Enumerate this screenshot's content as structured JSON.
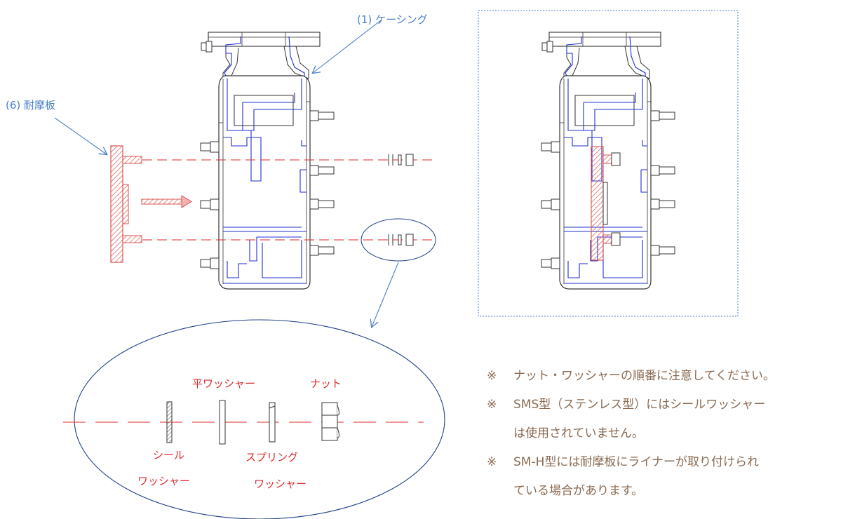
{
  "labels": {
    "casing": "(1) ケーシング",
    "wear_plate": "(6) 耐摩板",
    "flat_washer": "平ワッシャー",
    "nut": "ナット",
    "seal_washer_1": "シール",
    "seal_washer_2": "ワッシャー",
    "spring_washer_1": "スプリング",
    "spring_washer_2": "ワッシャー"
  },
  "notes": [
    {
      "mark": "※",
      "lines": [
        "ナット・ワッシャーの順番に注意してください。"
      ]
    },
    {
      "mark": "※",
      "lines": [
        "SMS型（ステンレス型）にはシールワッシャー",
        "は使用されていません。"
      ]
    },
    {
      "mark": "※",
      "lines": [
        "SM-H型には耐摩板にライナーが取り付けられ",
        "ている場合があります。"
      ]
    }
  ],
  "colors": {
    "callout_blue": "#4a7fc6",
    "outline_blue": "#1f2fd0",
    "dashed_red": "#e02a2a",
    "wear_plate_hatch": "#d9534f",
    "note_text": "#8a6a52"
  }
}
